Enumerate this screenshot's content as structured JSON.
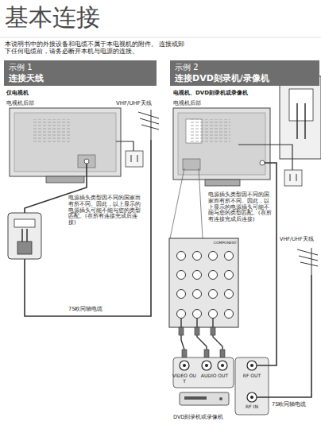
{
  "diagram": {
    "title": "基本连接",
    "nodes": [
      {
        "text": [
          "示例 1",
          "连接天线"
        ]
      },
      {
        "text": [
          "示例 2",
          "连接DVD刻录机/录像机"
        ]
      }
    ],
    "labels": [
      "本说明书中的外接设备和电缆不属于本电视机的附件。 连接或卸下任何电缆前，请务必断开本机与电源的连接。",
      "仅电视机",
      "电视机后部",
      "VHF/UHF天线",
      "电源插头类型因不同的国家而有所不同。因此，以上显示的电源插头可能不能与您的类型匹配。(在所有连接完成后连接)",
      "75欧同轴电缆",
      "电视机、DVD刻录机或录像机",
      "电视机后部",
      "电源插头类型因不同的国家而有所不同。因此，以上显示的电源插头可能不能与您的类型匹配。(在所有连接完成后连接)",
      "VHF/UHF天线",
      "COMPONENT",
      "VIDEO OUT",
      "AUDIO OUT",
      "RF OUT",
      "RF IN",
      "75欧同轴电缆",
      "DVD刻录机或录像机"
    ]
  }
}
